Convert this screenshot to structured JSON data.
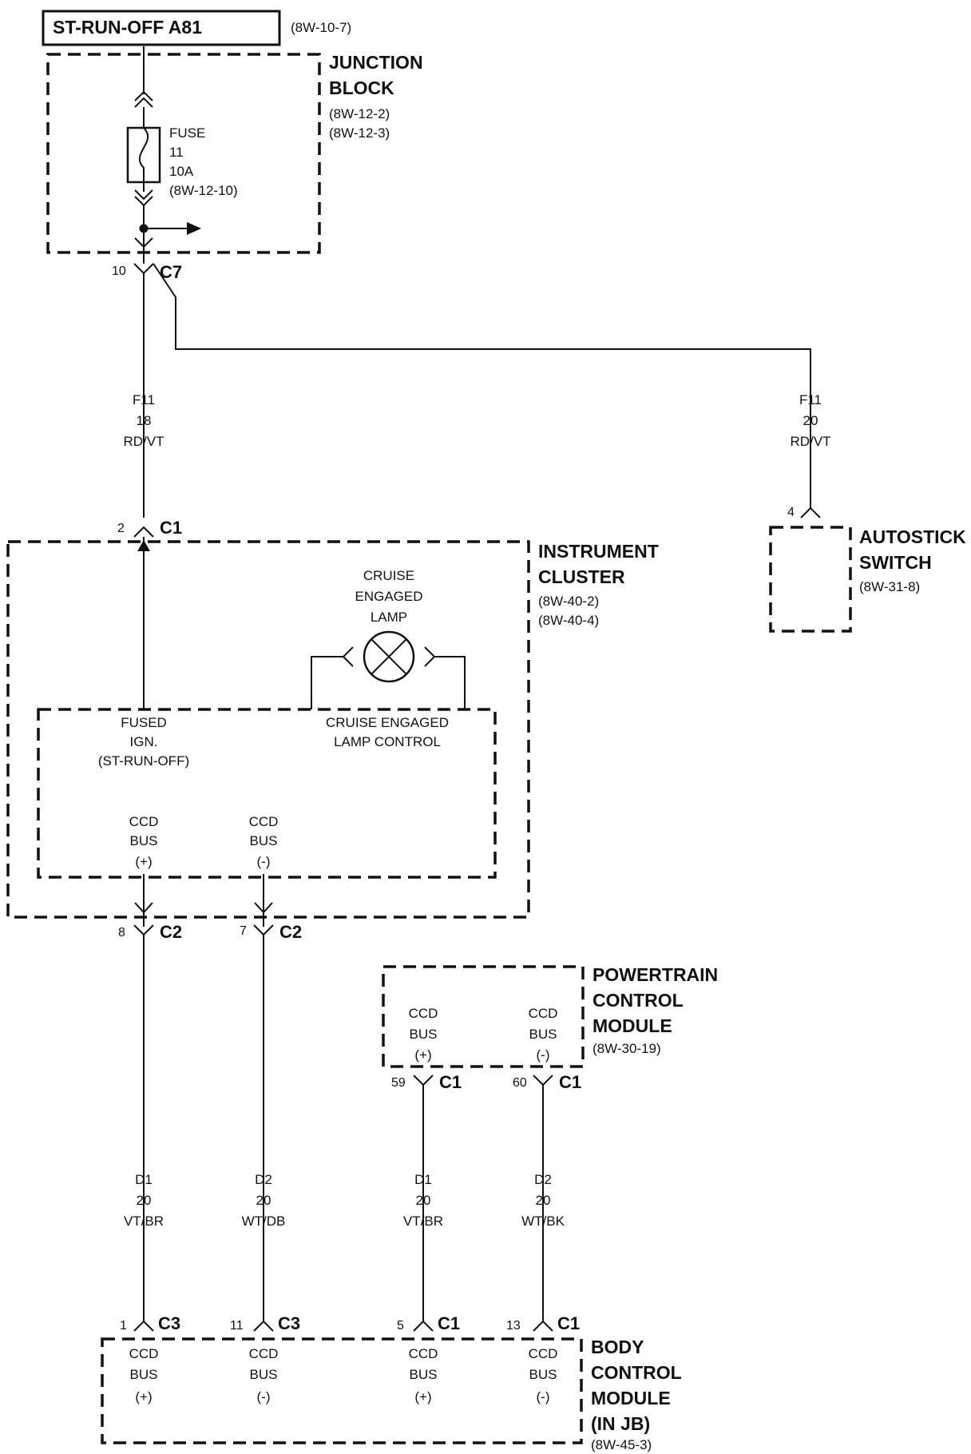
{
  "header": {
    "title": "ST-RUN-OFF A81",
    "ref": "(8W-10-7)"
  },
  "junction_block": {
    "title_lines": [
      "JUNCTION",
      "BLOCK"
    ],
    "refs": [
      "(8W-12-2)",
      "(8W-12-3)"
    ],
    "fuse_lines": [
      "FUSE",
      "11",
      "10A",
      "(8W-12-10)"
    ],
    "connector": "C7",
    "pin": "10"
  },
  "wire_cluster_feed": {
    "lines": [
      "F11",
      "18",
      "RD/VT"
    ]
  },
  "wire_autostick_feed": {
    "lines": [
      "F11",
      "20",
      "RD/VT"
    ]
  },
  "autostick": {
    "title_lines": [
      "AUTOSTICK",
      "SWITCH"
    ],
    "ref": "(8W-31-8)",
    "pin": "4"
  },
  "instrument_cluster": {
    "title_lines": [
      "INSTRUMENT",
      "CLUSTER"
    ],
    "refs": [
      "(8W-40-2)",
      "(8W-40-4)"
    ],
    "input_pin": "2",
    "input_connector": "C1",
    "lamp_lines": [
      "CRUISE",
      "ENGAGED",
      "LAMP"
    ],
    "fused_ign_lines": [
      "FUSED",
      "IGN.",
      "(ST-RUN-OFF)"
    ],
    "lamp_control_lines": [
      "CRUISE ENGAGED",
      "LAMP CONTROL"
    ],
    "ccd_pos_lines": [
      "CCD",
      "BUS",
      "(+)"
    ],
    "ccd_neg_lines": [
      "CCD",
      "BUS",
      "(-)"
    ],
    "out_pos_pin": "8",
    "out_neg_pin": "7",
    "out_connector": "C2"
  },
  "pcm": {
    "title_lines": [
      "POWERTRAIN",
      "CONTROL",
      "MODULE"
    ],
    "ref": "(8W-30-19)",
    "ccd_pos_lines": [
      "CCD",
      "BUS",
      "(+)"
    ],
    "ccd_neg_lines": [
      "CCD",
      "BUS",
      "(-)"
    ],
    "pos_pin": "59",
    "neg_pin": "60",
    "connector": "C1"
  },
  "wires_bus": [
    {
      "lines": [
        "D1",
        "20",
        "VT/BR"
      ]
    },
    {
      "lines": [
        "D2",
        "20",
        "WT/DB"
      ]
    },
    {
      "lines": [
        "D1",
        "20",
        "VT/BR"
      ]
    },
    {
      "lines": [
        "D2",
        "20",
        "WT/BK"
      ]
    }
  ],
  "bcm": {
    "title_lines": [
      "BODY",
      "CONTROL",
      "MODULE",
      "(IN JB)"
    ],
    "ref": "(8W-45-3)",
    "pins": [
      {
        "pin": "1",
        "connector": "C3",
        "lines": [
          "CCD",
          "BUS",
          "(+)"
        ]
      },
      {
        "pin": "11",
        "connector": "C3",
        "lines": [
          "CCD",
          "BUS",
          "(-)"
        ]
      },
      {
        "pin": "5",
        "connector": "C1",
        "lines": [
          "CCD",
          "BUS",
          "(+)"
        ]
      },
      {
        "pin": "13",
        "connector": "C1",
        "lines": [
          "CCD",
          "BUS",
          "(-)"
        ]
      }
    ]
  }
}
